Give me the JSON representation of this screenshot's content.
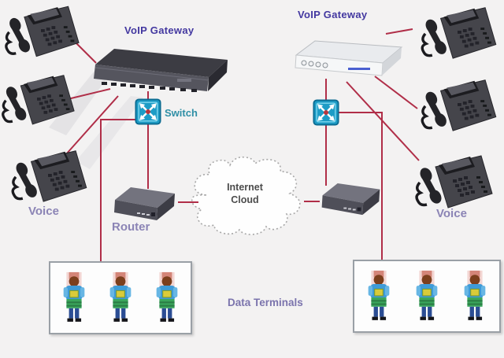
{
  "labels": {
    "voip_gateway": "VoIP Gateway",
    "switch": "Switch",
    "router": "Router",
    "voice": "Voice",
    "internet_cloud": "Internet Cloud",
    "data_terminals": "Data Terminals"
  },
  "colors": {
    "connection_line": "#b02e48",
    "voip_gateway_label": "#4338a0",
    "switch_label": "#2f8fa6",
    "router_voice_label": "#8b84b5",
    "data_terminals_label": "#7b74ad",
    "cloud_label": "#4c4c4c",
    "switch_icon": "#1d9cc6",
    "background": "#f3f2f2"
  },
  "icons": {
    "phone": "ip-phone-icon",
    "gateway_dark": "gateway-device-dark-icon",
    "gateway_light": "gateway-device-light-icon",
    "switch": "lan-switch-icon",
    "router": "router-icon",
    "cloud": "internet-cloud-icon",
    "person": "terminal-user-icon"
  },
  "topology": {
    "left_site": {
      "voice_phones": 3,
      "gateway": "VoIP Gateway",
      "switch": "Switch",
      "router": "Router",
      "data_terminal_users": 3
    },
    "right_site": {
      "voice_phones": 3,
      "gateway": "VoIP Gateway",
      "switch": "Switch",
      "router": "Router",
      "data_terminal_users": 3
    },
    "backbone": "Internet Cloud"
  }
}
